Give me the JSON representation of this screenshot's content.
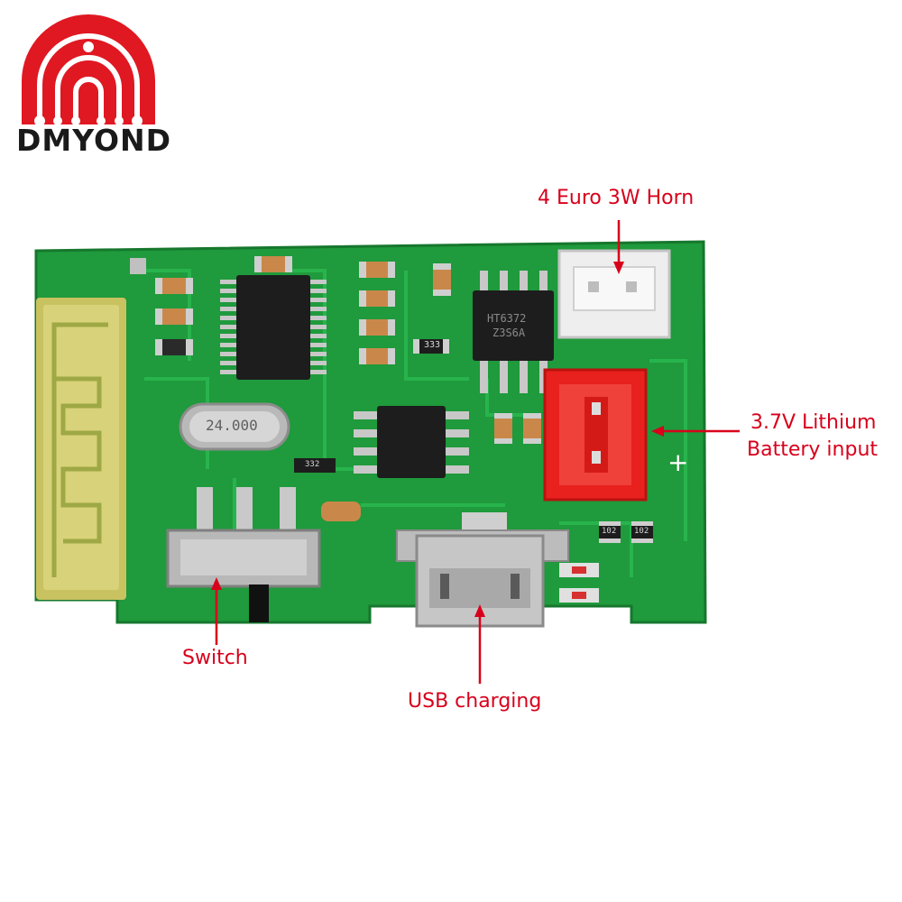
{
  "brand": {
    "name": "DMYOND",
    "logo_color": "#e01822"
  },
  "board": {
    "pcb_color": "#1f9a3c",
    "crystal_text": "24.000",
    "amp_chip_text_1": "HT6372",
    "amp_chip_text_2": "Z3S6A",
    "resistor_333": "333",
    "resistor_332": "332",
    "resistor_102_a": "102",
    "resistor_102_b": "102",
    "plus_sign": "+"
  },
  "annotations": {
    "horn": "4 Euro 3W Horn",
    "battery_line1": "3.7V Lithium",
    "battery_line2": "Battery input",
    "switch": "Switch",
    "usb": "USB charging",
    "color": "#d8001b"
  }
}
